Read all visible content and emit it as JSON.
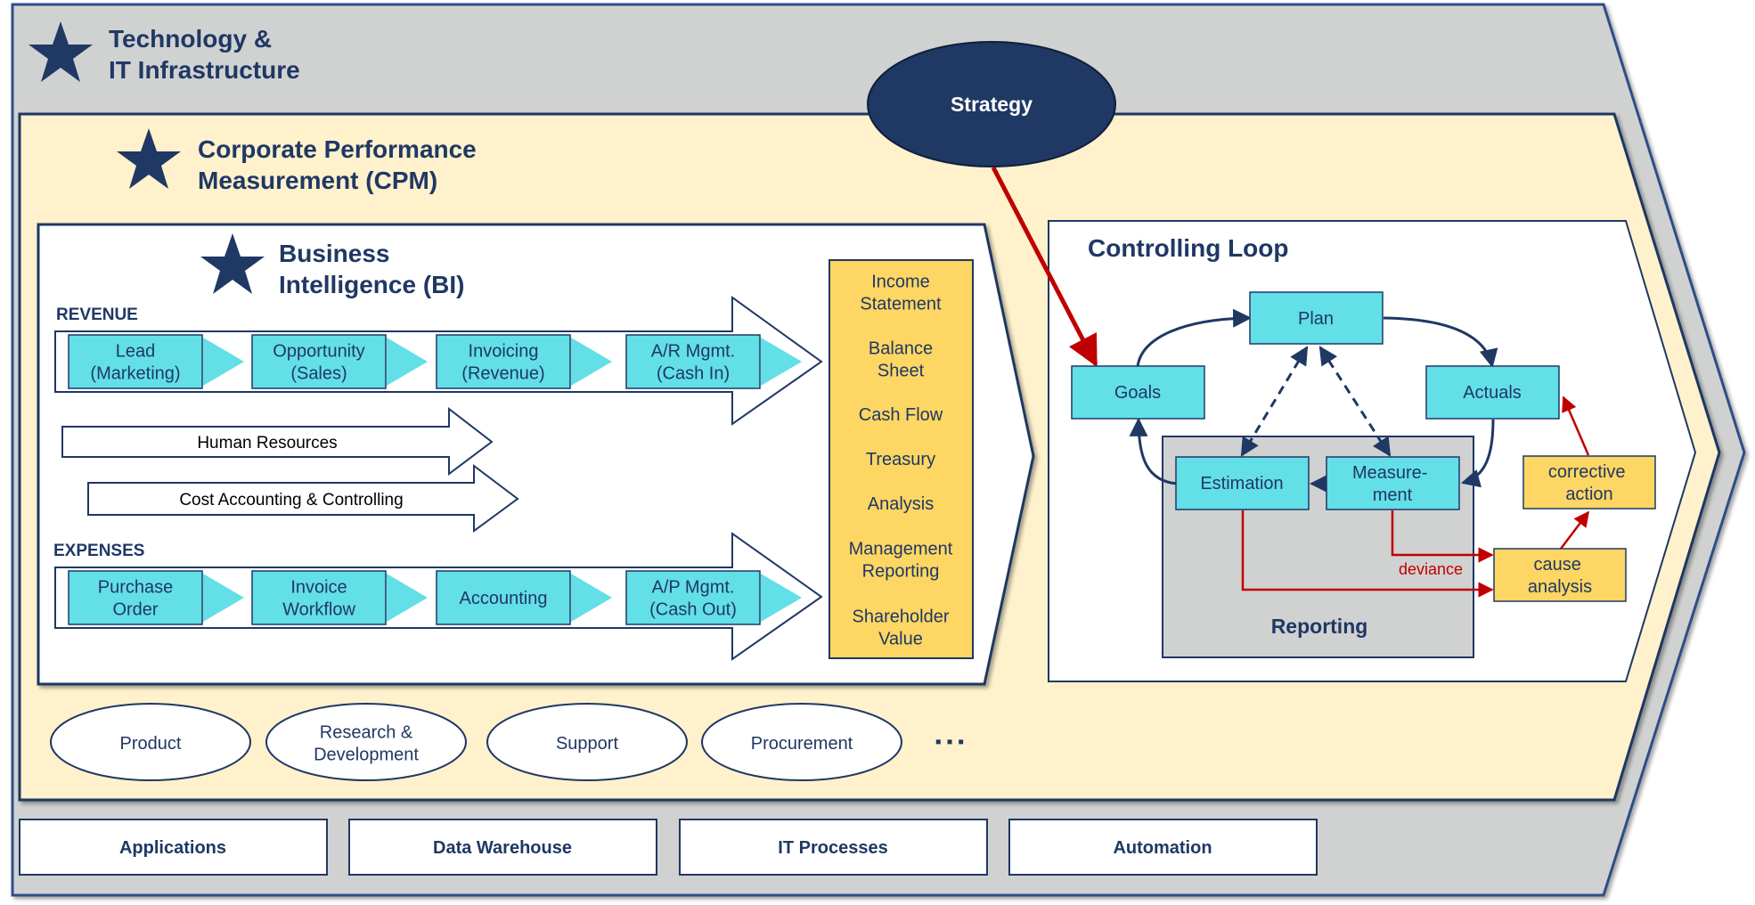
{
  "layers": {
    "tech_title": [
      "Technology &",
      "IT Infrastructure"
    ],
    "cpm_title": [
      "Corporate Performance",
      "Measurement (CPM)"
    ],
    "bi_title": [
      "Business",
      "Intelligence (BI)"
    ]
  },
  "strategy": "Strategy",
  "revenue": {
    "label": "REVENUE",
    "steps": [
      [
        "Lead",
        "(Marketing)"
      ],
      [
        "Opportunity",
        "(Sales)"
      ],
      [
        "Invoicing",
        "(Revenue)"
      ],
      [
        "A/R Mgmt.",
        "(Cash In)"
      ]
    ]
  },
  "middle_arrows": [
    "Human Resources",
    "Cost Accounting & Controlling"
  ],
  "expenses": {
    "label": "EXPENSES",
    "steps": [
      [
        "Purchase",
        "Order"
      ],
      [
        "Invoice",
        "Workflow"
      ],
      [
        "Accounting"
      ],
      [
        "A/P Mgmt.",
        "(Cash Out)"
      ]
    ]
  },
  "reports": [
    [
      "Income",
      "Statement"
    ],
    [
      "Balance",
      "Sheet"
    ],
    [
      "Cash Flow"
    ],
    [
      "Treasury"
    ],
    [
      "Analysis"
    ],
    [
      "Management",
      "Reporting"
    ],
    [
      "Shareholder",
      "Value"
    ]
  ],
  "controlling_loop": {
    "title": "Controlling Loop",
    "plan": "Plan",
    "goals": "Goals",
    "actuals": "Actuals",
    "estimation": "Estimation",
    "measurement": [
      "Measure-",
      "ment"
    ],
    "reporting": "Reporting",
    "corrective_action": [
      "corrective",
      "action"
    ],
    "cause_analysis": [
      "cause",
      "analysis"
    ],
    "deviance": "deviance"
  },
  "departments": [
    [
      "Product"
    ],
    [
      "Research &",
      "Development"
    ],
    [
      "Support"
    ],
    [
      "Procurement"
    ]
  ],
  "ellipsis": "▪ ▪ ▪",
  "it_blocks": [
    "Applications",
    "Data Warehouse",
    "IT Processes",
    "Automation"
  ],
  "colors": {
    "navy": "#1f3864",
    "cyan": "#63dfe8",
    "yellow": "#fdd663",
    "cream": "#fef1cc",
    "gray": "#d0d1d1",
    "red": "#c00000"
  }
}
